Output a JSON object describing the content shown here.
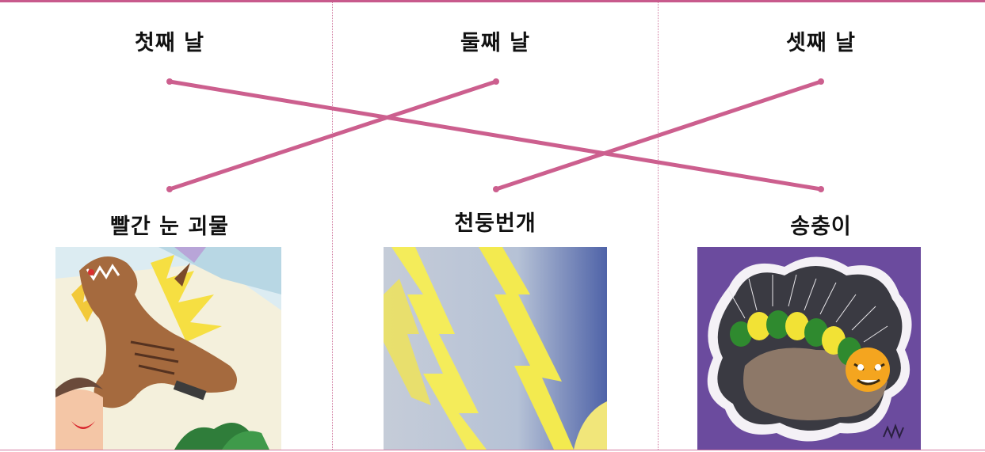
{
  "days": [
    {
      "label": "첫째 날"
    },
    {
      "label": "둘째 날"
    },
    {
      "label": "셋째 날"
    }
  ],
  "items": [
    {
      "label": "빨간 눈 괴물",
      "image_icon": "monster-picture"
    },
    {
      "label": "천둥번개",
      "image_icon": "lightning-picture"
    },
    {
      "label": "송충이",
      "image_icon": "caterpillar-picture"
    }
  ],
  "matches": [
    {
      "day": "첫째 날",
      "item": "송충이"
    },
    {
      "day": "둘째 날",
      "item": "빨간 눈 괴물"
    },
    {
      "day": "셋째 날",
      "item": "천둥번개"
    }
  ],
  "colors": {
    "accent": "#c85a8c",
    "line": "#cc5f8e"
  }
}
